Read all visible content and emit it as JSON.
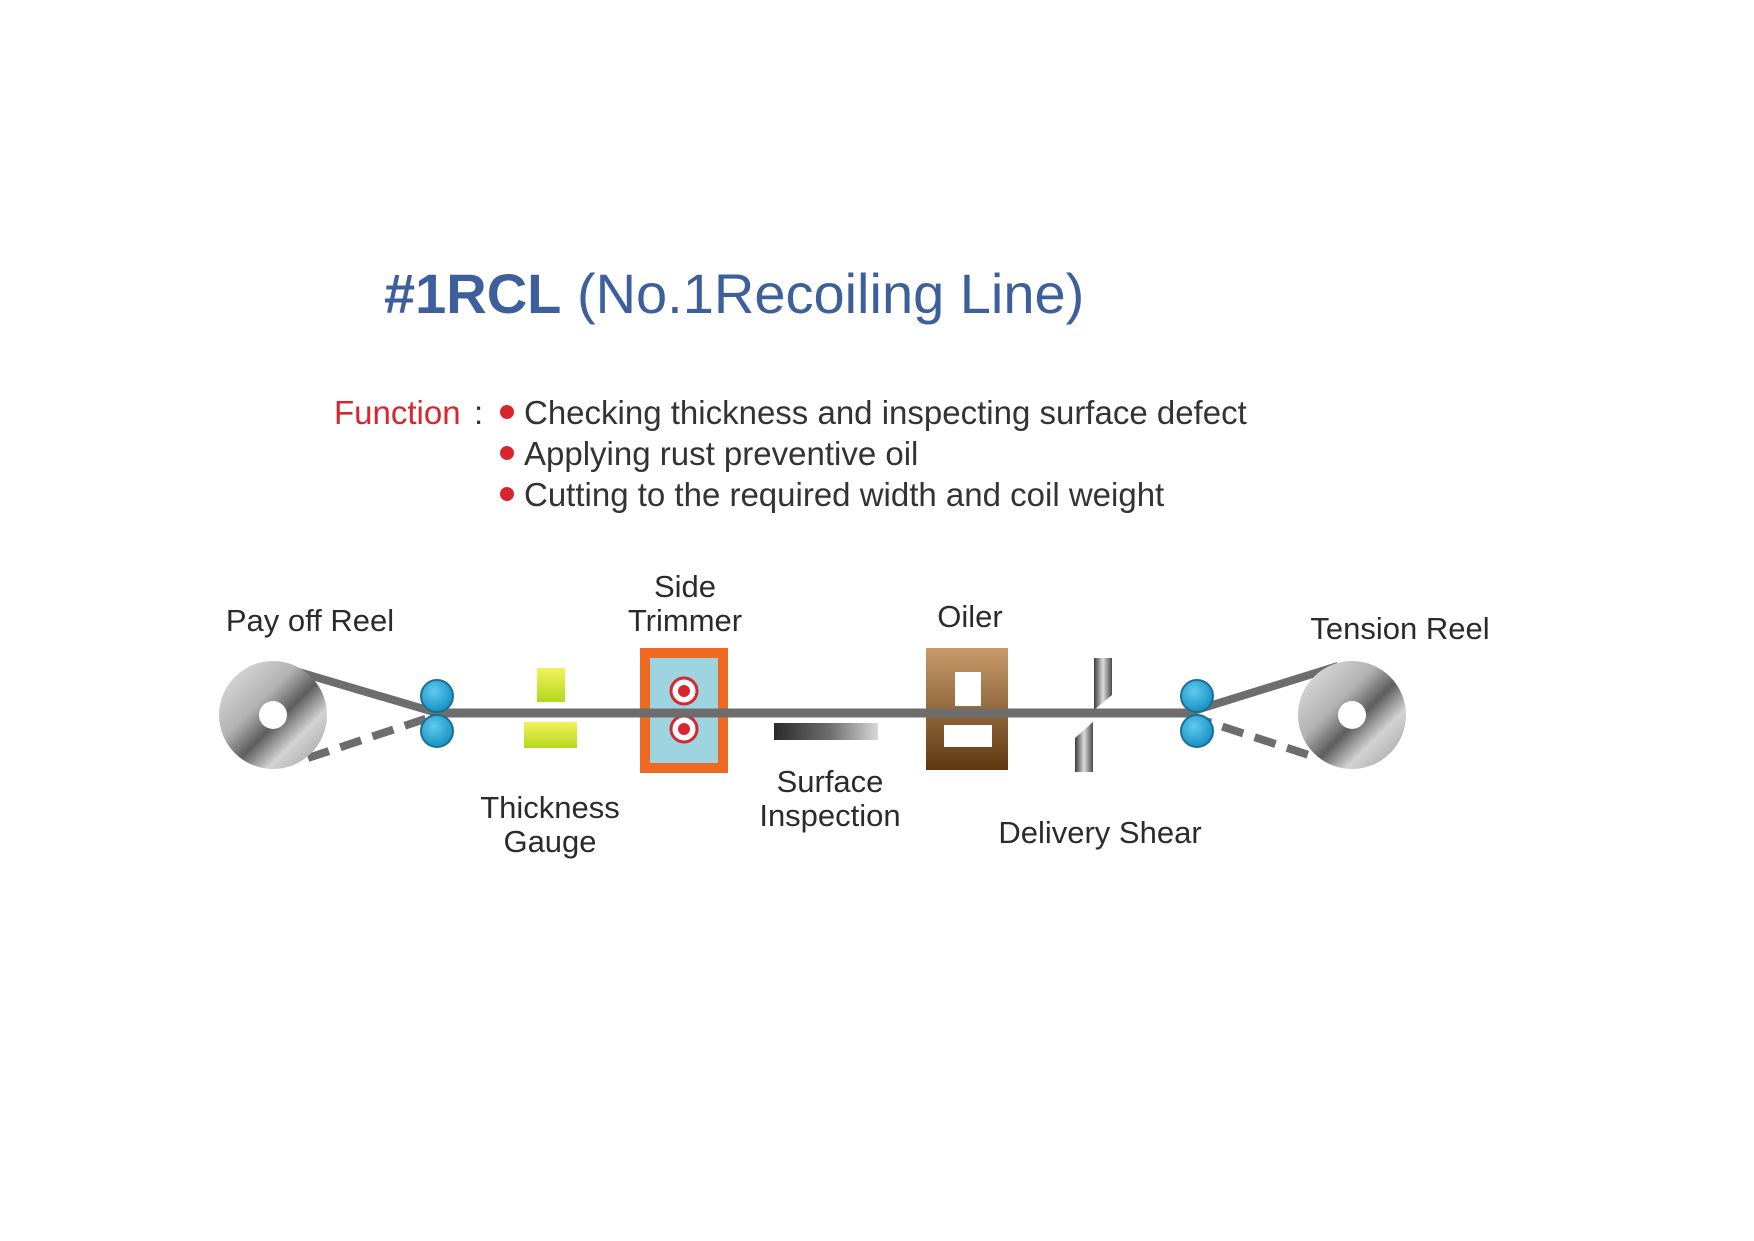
{
  "title": {
    "bold": "#1RCL",
    "rest": " (No.1Recoiling Line)"
  },
  "function": {
    "label": "Function",
    "colon": ":",
    "items": [
      "Checking thickness and inspecting surface defect",
      "Applying rust preventive oil",
      "Cutting to the required width and coil weight"
    ]
  },
  "labels": {
    "pay_off_reel": "Pay off Reel",
    "side_trimmer_1": "Side",
    "side_trimmer_2": "Trimmer",
    "oiler": "Oiler",
    "tension_reel": "Tension Reel",
    "thickness_gauge_1": "Thickness",
    "thickness_gauge_2": "Gauge",
    "surface_inspection_1": "Surface",
    "surface_inspection_2": "Inspection",
    "delivery_shear": "Delivery Shear"
  },
  "colors": {
    "title": "#3d5f9c",
    "accent_red": "#d7262f",
    "strip_gray": "#6d6d6d",
    "pinch_roll_blue": "#29a9d8",
    "thickness_gauge_yellow": "#c8e021",
    "side_trimmer_orange": "#ee6a22",
    "side_trimmer_fill": "#9ed3e0",
    "oiler_brown": "#8a5a2c"
  }
}
